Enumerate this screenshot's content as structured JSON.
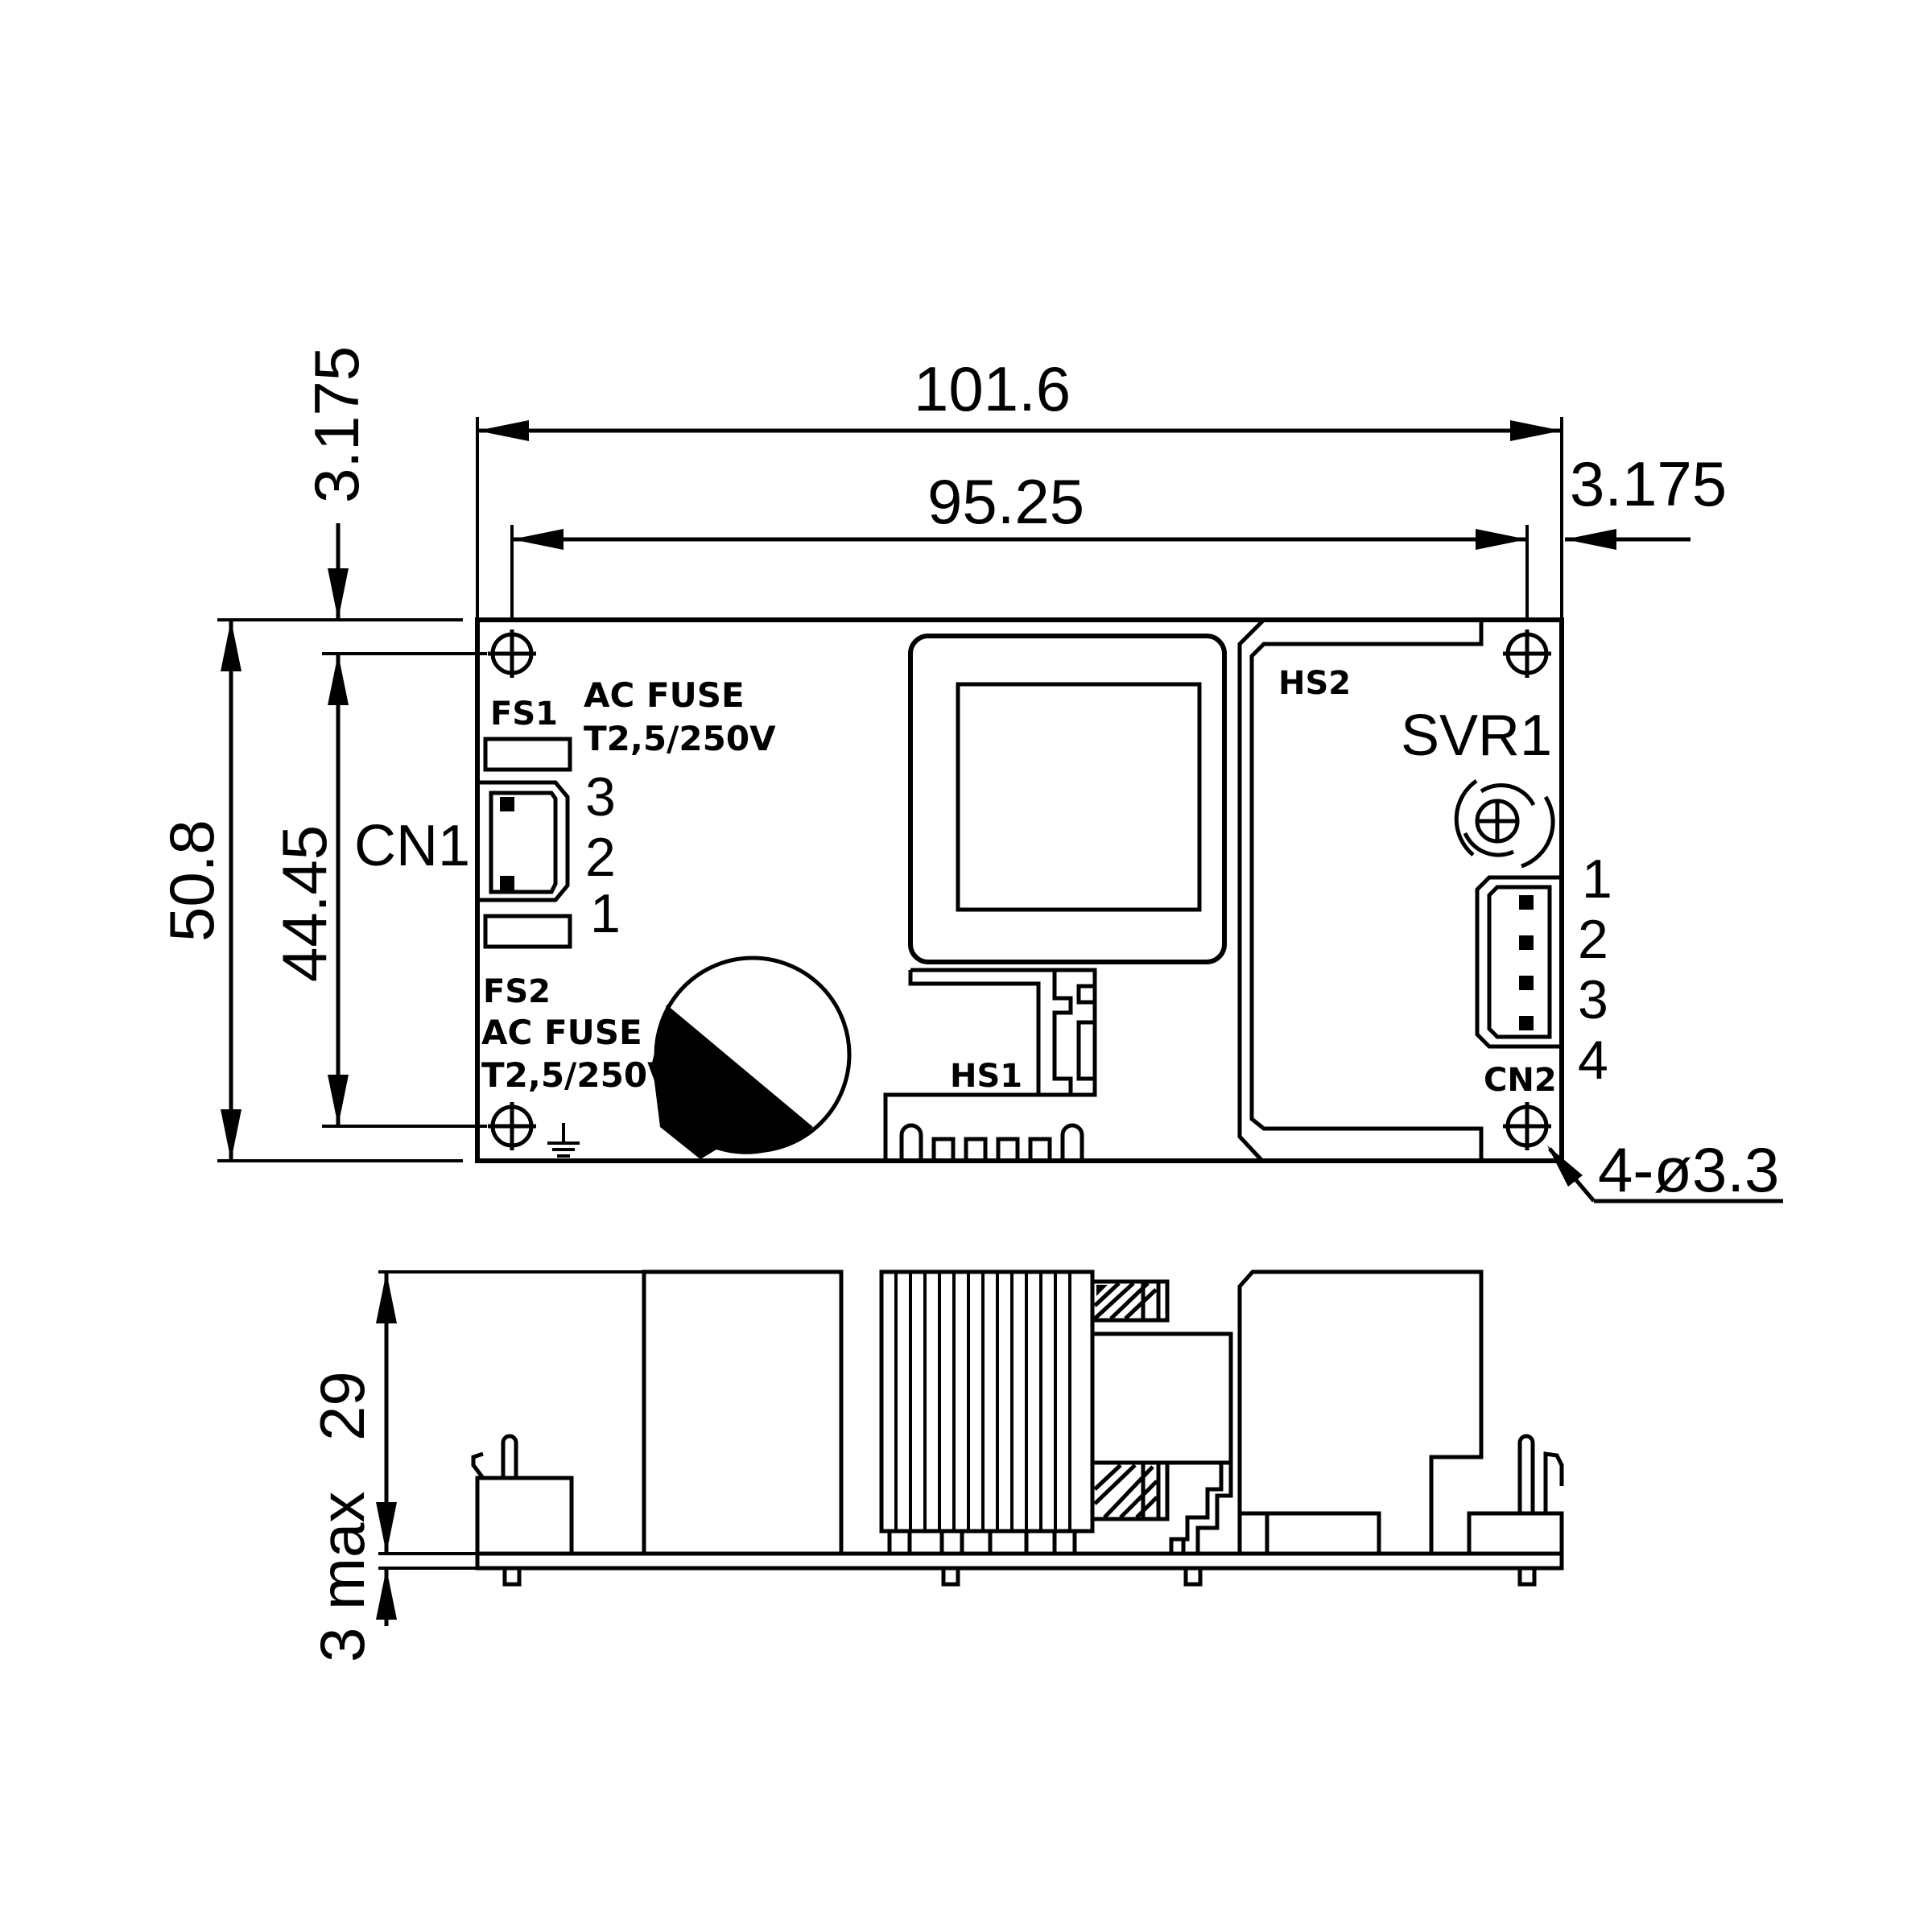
{
  "dimensions": {
    "width_overall": "101.6",
    "width_holes": "95.25",
    "offset_top": "3.175",
    "offset_right": "3.175",
    "height_overall": "50.8",
    "height_holes": "44.45",
    "height_max": "29",
    "pin_max": "3 max",
    "mounting_holes": "4-ø3.3"
  },
  "components": {
    "fs1": "FS1",
    "fs2": "FS2",
    "fuse_top_line1": "AC FUSE",
    "fuse_top_line2": "T2,5/250V",
    "fuse_bottom_line1": "AC FUSE",
    "fuse_bottom_line2": "T2,5/250V",
    "cn1": "CN1",
    "cn1_pins": [
      "3",
      "2",
      "1"
    ],
    "cn2": "CN2",
    "cn2_pins": [
      "1",
      "2",
      "3",
      "4"
    ],
    "svr1": "SVR1",
    "hs1": "HS1",
    "hs2": "HS2"
  }
}
